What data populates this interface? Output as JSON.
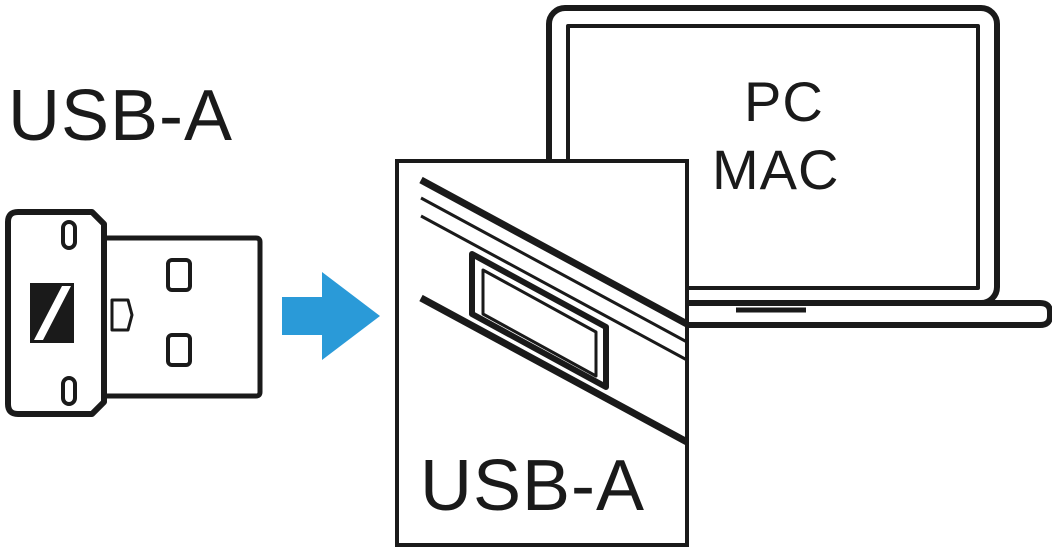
{
  "dongle": {
    "label": "USB-A",
    "logo": "sennheiser-s-logo"
  },
  "computer": {
    "line1": "PC",
    "line2": "MAC"
  },
  "port_detail": {
    "label": "USB-A"
  },
  "arrow": {
    "color": "#2a9ad8",
    "icon": "right-arrow-icon"
  },
  "colors": {
    "line": "#1a1a1a",
    "background": "#ffffff",
    "accent": "#2a9ad8"
  }
}
